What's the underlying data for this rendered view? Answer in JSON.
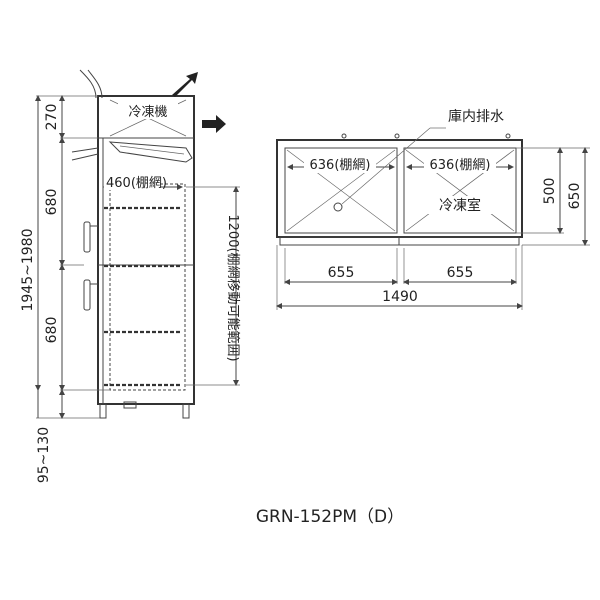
{
  "title": "GRN-152PM（D）",
  "side_view": {
    "label_machine": "冷凍機",
    "shelf_depth": "460(棚網)",
    "shelf_range": "1200(棚網移動可能範囲)",
    "dim_top": "270",
    "dim_upper": "680",
    "dim_lower": "680",
    "dim_total": "1945~1980",
    "dim_feet": "95~130"
  },
  "top_view": {
    "drain_label": "庫内排水",
    "left_shelf": "636(棚網)",
    "right_shelf": "636(棚網)",
    "room_label": "冷凍室",
    "left_width": "655",
    "right_width": "655",
    "total_width": "1490",
    "inner_depth": "500",
    "outer_depth": "650"
  }
}
